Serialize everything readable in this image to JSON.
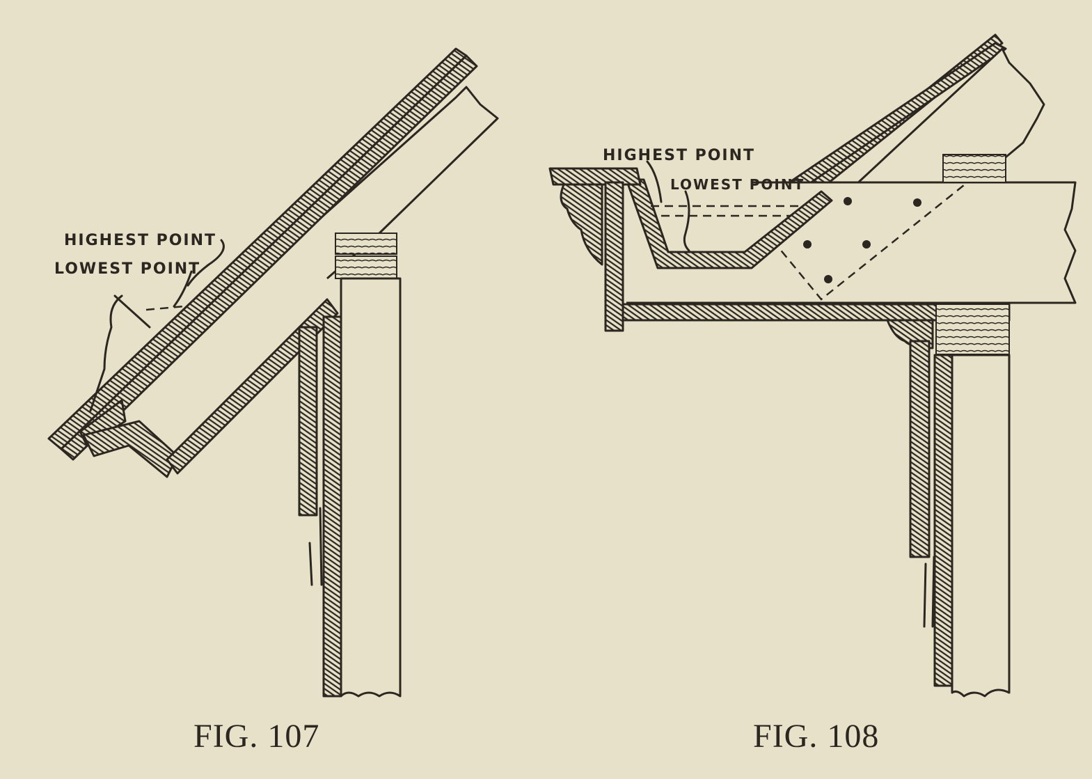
{
  "figures": [
    {
      "caption": "FIG. 107",
      "labels": {
        "highest": "HIGHEST POINT",
        "lowest": "LOWEST POINT"
      }
    },
    {
      "caption": "FIG. 108",
      "labels": {
        "highest": "HIGHEST POINT",
        "lowest": "LOWEST POINT"
      }
    }
  ],
  "colors": {
    "paper": "#e7e1c9",
    "ink": "#2b2620"
  }
}
